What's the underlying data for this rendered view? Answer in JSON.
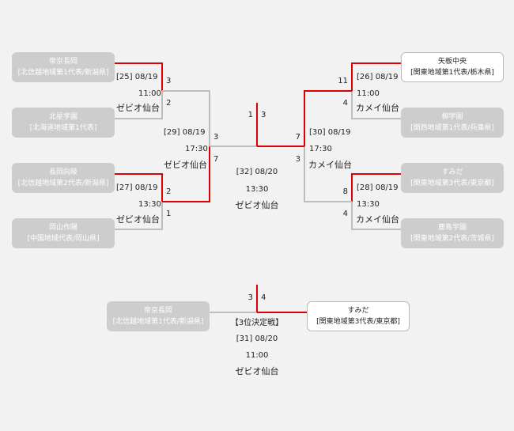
{
  "colors": {
    "win": "#dd0000",
    "lose": "#bdbdbd",
    "team_bg_lost": "#cdcdcd",
    "team_bg_alive": "#ffffff",
    "bg": "#f2f2f2"
  },
  "teams": {
    "teikyo_nagaoka": {
      "name": "帝京長岡",
      "region": "[北信越地域第1代表/新潟県]"
    },
    "hokusei": {
      "name": "北星学園",
      "region": "[北海道地域第1代表]"
    },
    "nagaoka_kouryo": {
      "name": "長岡向陵",
      "region": "[北信越地域第2代表/新潟県]"
    },
    "okayama_sakuyo": {
      "name": "岡山作陽",
      "region": "[中国地域代表/岡山県]"
    },
    "yaita_chuo": {
      "name": "矢板中央",
      "region": "[関東地域第1代表/栃木県]"
    },
    "ryugakuen": {
      "name": "柳学園",
      "region": "[関西地域第1代表/兵庫県]"
    },
    "sumida": {
      "name": "すみだ",
      "region": "[関東地域第3代表/東京都]"
    },
    "kashima_gakuen": {
      "name": "鹿島学園",
      "region": "[関東地域第2代表/茨城県]"
    },
    "third_left": {
      "name": "帝京長岡",
      "region": "[北信越地域第1代表/新潟県]"
    },
    "third_right": {
      "name": "すみだ",
      "region": "[関東地域第3代表/東京都]"
    }
  },
  "matches": {
    "m25": {
      "label": "[25] 08/19",
      "time": "11:00",
      "venue": "ゼビオ仙台",
      "score_top": "3",
      "score_bottom": "2"
    },
    "m27": {
      "label": "[27] 08/19",
      "time": "13:30",
      "venue": "ゼビオ仙台",
      "score_top": "2",
      "score_bottom": "1"
    },
    "m26": {
      "label": "[26] 08/19",
      "time": "11:00",
      "venue": "カメイ仙台",
      "score_top": "11",
      "score_bottom": "4"
    },
    "m28": {
      "label": "[28] 08/19",
      "time": "13:30",
      "venue": "カメイ仙台",
      "score_top": "8",
      "score_bottom": "4"
    },
    "m29": {
      "label": "[29] 08/19",
      "time": "17:30",
      "venue": "ゼビオ仙台",
      "score_top": "3",
      "score_bottom": "7"
    },
    "m30": {
      "label": "[30] 08/19",
      "time": "17:30",
      "venue": "カメイ仙台",
      "score_top": "7",
      "score_bottom": "3"
    },
    "m32": {
      "label": "[32] 08/20",
      "time": "13:30",
      "venue": "ゼビオ仙台",
      "score_left": "1",
      "score_right": "3"
    },
    "m31": {
      "title": "【3位決定戦】",
      "label": "[31] 08/20",
      "time": "11:00",
      "venue": "ゼビオ仙台",
      "score_left": "3",
      "score_right": "4"
    }
  }
}
